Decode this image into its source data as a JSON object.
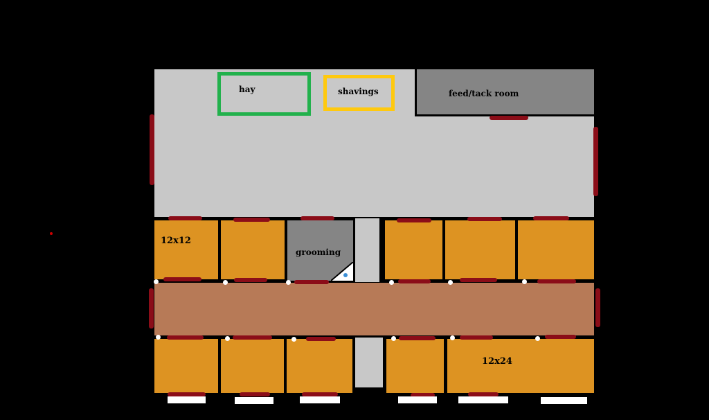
{
  "plan": {
    "hay_label": "hay",
    "shavings_label": "shavings",
    "feed_label": "feed/tack room",
    "grooming_label": "grooming",
    "stall_small_label": "12x12",
    "stall_large_label": "12x24"
  },
  "colors": {
    "hay_outline": "#22b14c",
    "shavings_outline": "#ffc90e",
    "stall": "#dd9322",
    "aisle": "#b77a57",
    "door": "#8b0d18",
    "floor": "#c8c8c8"
  }
}
